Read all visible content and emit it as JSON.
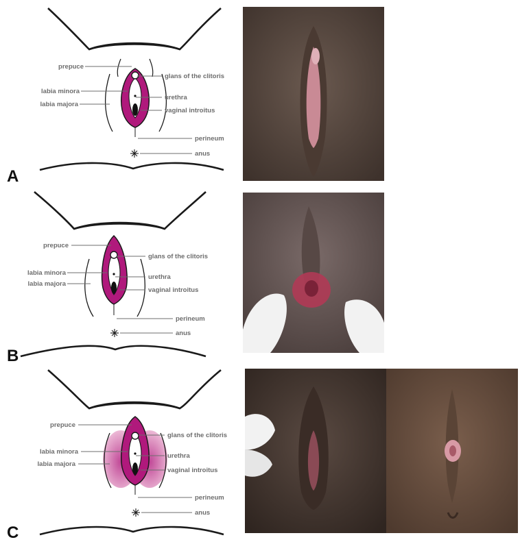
{
  "panels": [
    {
      "letter": "A",
      "labels": {
        "prepuce": "prepuce",
        "glans": "glans of the clitoris",
        "labia_minora": "labia minora",
        "urethra": "urethra",
        "labia_majora": "labia majora",
        "vaginal_introitus": "vaginal introitus",
        "perineum": "perineum",
        "anus": "anus"
      }
    },
    {
      "letter": "B",
      "labels": {
        "prepuce": "prepuce",
        "glans": "glans of the clitoris",
        "labia_minora": "labia minora",
        "urethra": "urethra",
        "labia_majora": "labia majora",
        "vaginal_introitus": "vaginal introitus",
        "perineum": "perineum",
        "anus": "anus"
      }
    },
    {
      "letter": "C",
      "labels": {
        "prepuce": "prepuce",
        "glans": "glans of the clitoris",
        "labia_minora": "labia minora",
        "urethra": "urethra",
        "labia_majora": "labia majora",
        "vaginal_introitus": "vaginal introitus",
        "perineum": "perineum",
        "anus": "anus"
      }
    }
  ],
  "colors": {
    "magenta": "#b0197c",
    "magenta_light": "#d774b0",
    "outline": "#1a1a1a",
    "label_gray": "#6d6d6d",
    "skin_dark": "#4a3a32",
    "skin_mid": "#6b5a50",
    "tissue_pink": "#c98a95",
    "glove_white": "#f2f2f2"
  }
}
